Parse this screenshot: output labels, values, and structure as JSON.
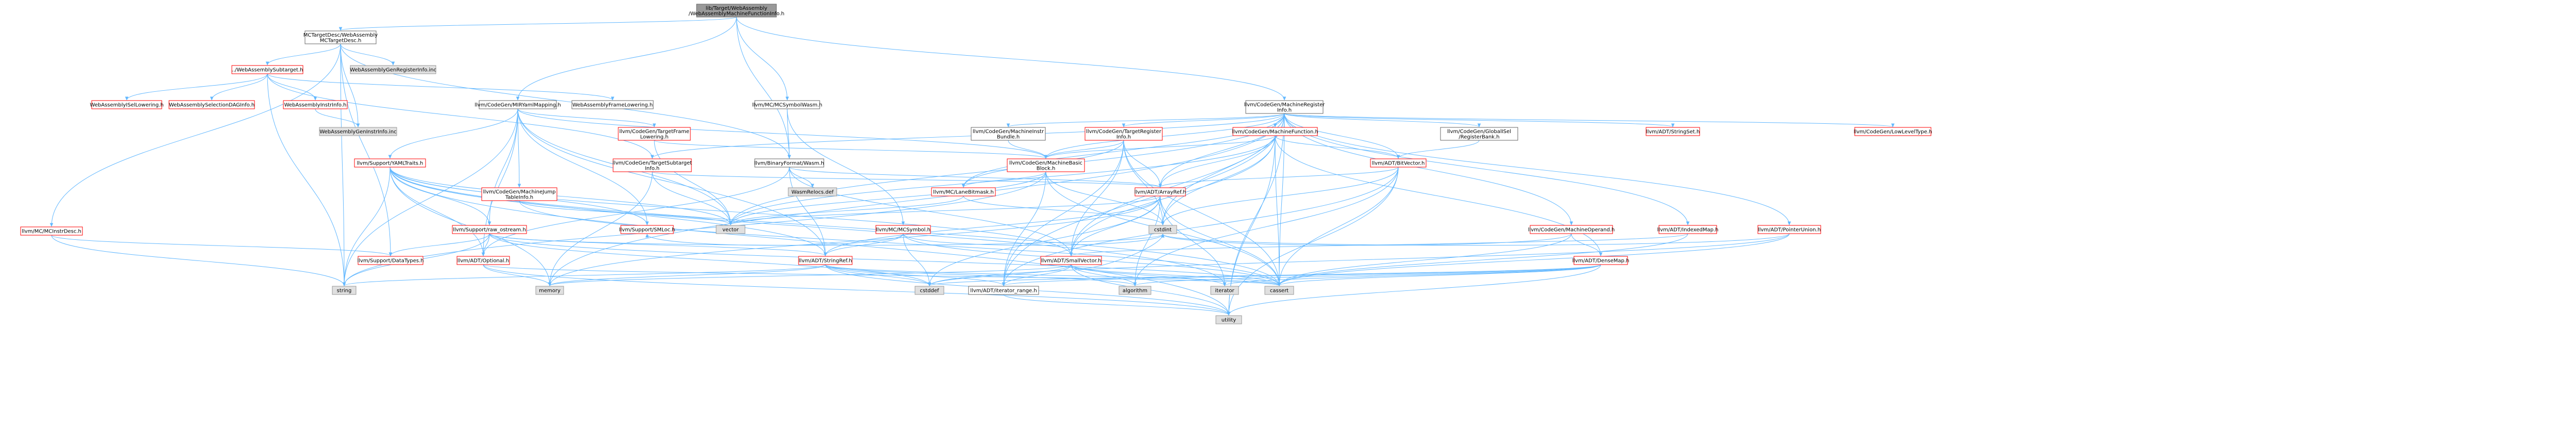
{
  "colors": {
    "root_fill": "#999999",
    "root_border": "#666666",
    "doc_fill": "#ffffff",
    "doc_border": "#666666",
    "red_border": "#ff0000",
    "ext_fill": "#e0e0e0",
    "ext_border": "#999999",
    "edge": "#63b8ff"
  },
  "nodes": [
    {
      "id": "root",
      "kind": "root",
      "lines": [
        "lib/Target/WebAssembly",
        "/WebAssemblyMachineFunctionInfo.h"
      ]
    },
    {
      "id": "mctargetdesc",
      "kind": "doc",
      "lines": [
        "MCTargetDesc/WebAssembly",
        "MCTargetDesc.h"
      ]
    },
    {
      "id": "wasmsubtarget",
      "kind": "red",
      "lines": [
        "../WebAssemblySubtarget.h"
      ]
    },
    {
      "id": "genregisterinfo",
      "kind": "ext",
      "lines": [
        "WebAssemblyGenRegisterInfo.inc"
      ]
    },
    {
      "id": "mcinstrdesc",
      "kind": "red",
      "lines": [
        "llvm/MC/MCInstrDesc.h"
      ]
    },
    {
      "id": "isellowering",
      "kind": "red",
      "lines": [
        "WebAssemblyISelLowering.h"
      ]
    },
    {
      "id": "selectiondaginfo",
      "kind": "red",
      "lines": [
        "WebAssemblySelectionDAGInfo.h"
      ]
    },
    {
      "id": "instrinfo",
      "kind": "red",
      "lines": [
        "WebAssemblyInstrInfo.h"
      ]
    },
    {
      "id": "framelowering",
      "kind": "doc",
      "lines": [
        "WebAssemblyFrameLowering.h"
      ]
    },
    {
      "id": "geninstrinfo",
      "kind": "ext",
      "lines": [
        "WebAssemblyGenInstrInfo.inc"
      ]
    },
    {
      "id": "mirymlmapping",
      "kind": "doc",
      "lines": [
        "llvm/CodeGen/MIRYamlMapping.h"
      ]
    },
    {
      "id": "mcsymbolwasm",
      "kind": "doc",
      "lines": [
        "llvm/MC/MCSymbolWasm.h"
      ]
    },
    {
      "id": "machineregisterinfo",
      "kind": "doc",
      "lines": [
        "llvm/CodeGen/MachineRegister",
        "Info.h"
      ]
    },
    {
      "id": "targetframelowering",
      "kind": "red",
      "lines": [
        "llvm/CodeGen/TargetFrame",
        "Lowering.h"
      ]
    },
    {
      "id": "targetsubtargetinfo",
      "kind": "red",
      "lines": [
        "llvm/CodeGen/TargetSubtarget",
        "Info.h"
      ]
    },
    {
      "id": "binaryformatwasm",
      "kind": "doc",
      "lines": [
        "llvm/BinaryFormat/Wasm.h"
      ]
    },
    {
      "id": "wasmrelocs",
      "kind": "ext",
      "lines": [
        "WasmRelocs.def"
      ]
    },
    {
      "id": "machineinstrbundle",
      "kind": "doc",
      "lines": [
        "llvm/CodeGen/MachineInstr",
        "Bundle.h"
      ]
    },
    {
      "id": "targetregisterinfo",
      "kind": "red",
      "lines": [
        "llvm/CodeGen/TargetRegister",
        "Info.h"
      ]
    },
    {
      "id": "machinefunction",
      "kind": "red",
      "lines": [
        "llvm/CodeGen/MachineFunction.h"
      ]
    },
    {
      "id": "globalisel",
      "kind": "doc",
      "lines": [
        "llvm/CodeGen/GlobalISel",
        "/RegisterBank.h"
      ]
    },
    {
      "id": "stringset",
      "kind": "red",
      "lines": [
        "llvm/ADT/StringSet.h"
      ]
    },
    {
      "id": "lowleveltype",
      "kind": "red",
      "lines": [
        "llvm/CodeGen/LowLevelType.h"
      ]
    },
    {
      "id": "machinebasicblock",
      "kind": "red",
      "lines": [
        "llvm/CodeGen/MachineBasic",
        "Block.h"
      ]
    },
    {
      "id": "bitvector",
      "kind": "red",
      "lines": [
        "llvm/ADT/BitVector.h"
      ]
    },
    {
      "id": "yamltraits",
      "kind": "red",
      "lines": [
        "llvm/Support/YAMLTraits.h"
      ]
    },
    {
      "id": "machinejumptableinfo",
      "kind": "red",
      "lines": [
        "llvm/CodeGen/MachineJump",
        "TableInfo.h"
      ]
    },
    {
      "id": "mclanebitmask",
      "kind": "red",
      "lines": [
        "llvm/MC/LaneBitmask.h"
      ]
    },
    {
      "id": "arrayref",
      "kind": "red",
      "lines": [
        "llvm/ADT/ArrayRef.h"
      ]
    },
    {
      "id": "machineoperand",
      "kind": "red",
      "lines": [
        "llvm/CodeGen/MachineOperand.h"
      ]
    },
    {
      "id": "indexedmap",
      "kind": "red",
      "lines": [
        "llvm/ADT/IndexedMap.h"
      ]
    },
    {
      "id": "pointerunion",
      "kind": "red",
      "lines": [
        "llvm/ADT/PointerUnion.h"
      ]
    },
    {
      "id": "rawostream",
      "kind": "red",
      "lines": [
        "llvm/Support/raw_ostream.h"
      ]
    },
    {
      "id": "mcsymbol",
      "kind": "red",
      "lines": [
        "llvm/MC/MCSymbol.h"
      ]
    },
    {
      "id": "smloc",
      "kind": "red",
      "lines": [
        "llvm/Support/SMLoc.h"
      ]
    },
    {
      "id": "vector",
      "kind": "ext",
      "lines": [
        "vector"
      ]
    },
    {
      "id": "datatypes",
      "kind": "red",
      "lines": [
        "llvm/Support/DataTypes.h"
      ]
    },
    {
      "id": "optional",
      "kind": "red",
      "lines": [
        "llvm/ADT/Optional.h"
      ]
    },
    {
      "id": "stringref",
      "kind": "red",
      "lines": [
        "llvm/ADT/StringRef.h"
      ]
    },
    {
      "id": "smallvector",
      "kind": "red",
      "lines": [
        "llvm/ADT/SmallVector.h"
      ]
    },
    {
      "id": "densemap",
      "kind": "red",
      "lines": [
        "llvm/ADT/DenseMap.h"
      ]
    },
    {
      "id": "cstdint",
      "kind": "ext",
      "lines": [
        "cstdint"
      ]
    },
    {
      "id": "string",
      "kind": "ext",
      "lines": [
        "string"
      ]
    },
    {
      "id": "memory",
      "kind": "ext",
      "lines": [
        "memory"
      ]
    },
    {
      "id": "cstddef",
      "kind": "ext",
      "lines": [
        "cstddef"
      ]
    },
    {
      "id": "iteratorrange",
      "kind": "doc",
      "lines": [
        "llvm/ADT/iterator_range.h"
      ]
    },
    {
      "id": "algorithm",
      "kind": "ext",
      "lines": [
        "algorithm"
      ]
    },
    {
      "id": "iterator",
      "kind": "ext",
      "lines": [
        "iterator"
      ]
    },
    {
      "id": "cassert",
      "kind": "ext",
      "lines": [
        "cassert"
      ]
    },
    {
      "id": "utility",
      "kind": "ext",
      "lines": [
        "utility"
      ]
    }
  ],
  "edges": [
    [
      "root",
      "mctargetdesc"
    ],
    [
      "root",
      "mirymlmapping"
    ],
    [
      "root",
      "mcsymbolwasm"
    ],
    [
      "root",
      "machineregisterinfo"
    ],
    [
      "root",
      "binaryformatwasm"
    ],
    [
      "mctargetdesc",
      "wasmsubtarget"
    ],
    [
      "mctargetdesc",
      "genregisterinfo"
    ],
    [
      "mctargetdesc",
      "mcinstrdesc"
    ],
    [
      "mctargetdesc",
      "geninstrinfo"
    ],
    [
      "mctargetdesc",
      "binaryformatwasm"
    ],
    [
      "mctargetdesc",
      "datatypes"
    ],
    [
      "mctargetdesc",
      "string"
    ],
    [
      "wasmsubtarget",
      "isellowering"
    ],
    [
      "wasmsubtarget",
      "selectiondaginfo"
    ],
    [
      "wasmsubtarget",
      "instrinfo"
    ],
    [
      "wasmsubtarget",
      "framelowering"
    ],
    [
      "wasmsubtarget",
      "targetsubtargetinfo"
    ],
    [
      "wasmsubtarget",
      "string"
    ],
    [
      "instrinfo",
      "geninstrinfo"
    ],
    [
      "mcinstrdesc",
      "datatypes"
    ],
    [
      "mcinstrdesc",
      "string"
    ],
    [
      "mirymlmapping",
      "targetframelowering"
    ],
    [
      "mirymlmapping",
      "machinebasicblock"
    ],
    [
      "mirymlmapping",
      "yamltraits"
    ],
    [
      "mirymlmapping",
      "machinejumptableinfo"
    ],
    [
      "mirymlmapping",
      "rawostream"
    ],
    [
      "mirymlmapping",
      "smloc"
    ],
    [
      "mirymlmapping",
      "optional"
    ],
    [
      "mirymlmapping",
      "stringref"
    ],
    [
      "mirymlmapping",
      "vector"
    ],
    [
      "mirymlmapping",
      "string"
    ],
    [
      "mcsymbolwasm",
      "binaryformatwasm"
    ],
    [
      "mcsymbolwasm",
      "mcsymbol"
    ],
    [
      "binaryformatwasm",
      "wasmrelocs"
    ],
    [
      "binaryformatwasm",
      "arrayref"
    ],
    [
      "binaryformatwasm",
      "optional"
    ],
    [
      "binaryformatwasm",
      "stringref"
    ],
    [
      "binaryformatwasm",
      "smallvector"
    ],
    [
      "machineregisterinfo",
      "targetsubtargetinfo"
    ],
    [
      "machineregisterinfo",
      "machineinstrbundle"
    ],
    [
      "machineregisterinfo",
      "targetregisterinfo"
    ],
    [
      "machineregisterinfo",
      "machinefunction"
    ],
    [
      "machineregisterinfo",
      "globalisel"
    ],
    [
      "machineregisterinfo",
      "stringset"
    ],
    [
      "machineregisterinfo",
      "lowleveltype"
    ],
    [
      "machineregisterinfo",
      "bitvector"
    ],
    [
      "machineregisterinfo",
      "machinebasicblock"
    ],
    [
      "machineregisterinfo",
      "mclanebitmask"
    ],
    [
      "machineregisterinfo",
      "arrayref"
    ],
    [
      "machineregisterinfo",
      "machineoperand"
    ],
    [
      "machineregisterinfo",
      "indexedmap"
    ],
    [
      "machineregisterinfo",
      "pointerunion"
    ],
    [
      "machineregisterinfo",
      "smallvector"
    ],
    [
      "machineregisterinfo",
      "iteratorrange"
    ],
    [
      "machineregisterinfo",
      "memory"
    ],
    [
      "machineregisterinfo",
      "cstdint"
    ],
    [
      "machineregisterinfo",
      "cassert"
    ],
    [
      "machineregisterinfo",
      "vector"
    ],
    [
      "machineregisterinfo",
      "utility"
    ],
    [
      "targetframelowering",
      "machinebasicblock"
    ],
    [
      "targetframelowering",
      "vector"
    ],
    [
      "targetsubtargetinfo",
      "arrayref"
    ],
    [
      "targetsubtargetinfo",
      "vector"
    ],
    [
      "targetsubtargetinfo",
      "memory"
    ],
    [
      "machineinstrbundle",
      "machinebasicblock"
    ],
    [
      "targetregisterinfo",
      "machinebasicblock"
    ],
    [
      "targetregisterinfo",
      "mclanebitmask"
    ],
    [
      "targetregisterinfo",
      "arrayref"
    ],
    [
      "targetregisterinfo",
      "smallvector"
    ],
    [
      "targetregisterinfo",
      "iteratorrange"
    ],
    [
      "targetregisterinfo",
      "cassert"
    ],
    [
      "targetregisterinfo",
      "cstdint"
    ],
    [
      "machinefunction",
      "machinebasicblock"
    ],
    [
      "machinefunction",
      "bitvector"
    ],
    [
      "machinefunction",
      "arrayref"
    ],
    [
      "machinefunction",
      "densemap"
    ],
    [
      "machinefunction",
      "smallvector"
    ],
    [
      "machinefunction",
      "cstdint"
    ],
    [
      "machinefunction",
      "cassert"
    ],
    [
      "machinefunction",
      "vector"
    ],
    [
      "machinefunction",
      "utility"
    ],
    [
      "globalisel",
      "bitvector"
    ],
    [
      "machinebasicblock",
      "mclanebitmask"
    ],
    [
      "machinebasicblock",
      "iteratorrange"
    ],
    [
      "machinebasicblock",
      "cassert"
    ],
    [
      "machinebasicblock",
      "cstdint"
    ],
    [
      "machinebasicblock",
      "vector"
    ],
    [
      "machinebasicblock",
      "string"
    ],
    [
      "bitvector",
      "arrayref"
    ],
    [
      "bitvector",
      "iteratorrange"
    ],
    [
      "bitvector",
      "algorithm"
    ],
    [
      "bitvector",
      "cassert"
    ],
    [
      "bitvector",
      "cstdint"
    ],
    [
      "bitvector",
      "utility"
    ],
    [
      "yamltraits",
      "rawostream"
    ],
    [
      "yamltraits",
      "smloc"
    ],
    [
      "yamltraits",
      "stringref"
    ],
    [
      "yamltraits",
      "smallvector"
    ],
    [
      "yamltraits",
      "optional"
    ],
    [
      "yamltraits",
      "vector"
    ],
    [
      "yamltraits",
      "string"
    ],
    [
      "yamltraits",
      "memory"
    ],
    [
      "yamltraits",
      "cassert"
    ],
    [
      "yamltraits",
      "iterator"
    ],
    [
      "yamltraits",
      "utility"
    ],
    [
      "machinejumptableinfo",
      "vector"
    ],
    [
      "machinejumptableinfo",
      "cassert"
    ],
    [
      "mclanebitmask",
      "vector"
    ],
    [
      "mclanebitmask",
      "cstdint"
    ],
    [
      "arrayref",
      "smallvector"
    ],
    [
      "arrayref",
      "stringref"
    ],
    [
      "arrayref",
      "algorithm"
    ],
    [
      "arrayref",
      "cassert"
    ],
    [
      "arrayref",
      "cstddef"
    ],
    [
      "arrayref",
      "iterator"
    ],
    [
      "arrayref",
      "memory"
    ],
    [
      "arrayref",
      "vector"
    ],
    [
      "machineoperand",
      "densemap"
    ],
    [
      "machineoperand",
      "cassert"
    ],
    [
      "machineoperand",
      "cstdint"
    ],
    [
      "indexedmap",
      "smallvector"
    ],
    [
      "indexedmap",
      "cassert"
    ],
    [
      "pointerunion",
      "cassert"
    ],
    [
      "pointerunion",
      "cstddef"
    ],
    [
      "pointerunion",
      "cstdint"
    ],
    [
      "rawostream",
      "stringref"
    ],
    [
      "rawostream",
      "datatypes"
    ],
    [
      "rawostream",
      "optional"
    ],
    [
      "rawostream",
      "cassert"
    ],
    [
      "rawostream",
      "cstddef"
    ],
    [
      "rawostream",
      "cstdint"
    ],
    [
      "rawostream",
      "string"
    ],
    [
      "rawostream",
      "system_error"
    ],
    [
      "mcsymbol",
      "stringref"
    ],
    [
      "mcsymbol",
      "smloc"
    ],
    [
      "mcsymbol",
      "cassert"
    ],
    [
      "mcsymbol",
      "cstddef"
    ],
    [
      "mcsymbol",
      "cstdint"
    ],
    [
      "optional",
      "utility"
    ],
    [
      "optional",
      "memory"
    ],
    [
      "optional",
      "cassert"
    ],
    [
      "stringref",
      "iteratorrange"
    ],
    [
      "stringref",
      "algorithm"
    ],
    [
      "stringref",
      "cassert"
    ],
    [
      "stringref",
      "cstddef"
    ],
    [
      "stringref",
      "string"
    ],
    [
      "stringref",
      "utility"
    ],
    [
      "stringref",
      "memory"
    ],
    [
      "smallvector",
      "iteratorrange"
    ],
    [
      "smallvector",
      "algorithm"
    ],
    [
      "smallvector",
      "cassert"
    ],
    [
      "smallvector",
      "cstddef"
    ],
    [
      "smallvector",
      "cstdint"
    ],
    [
      "smallvector",
      "iterator"
    ],
    [
      "smallvector",
      "memory"
    ],
    [
      "smallvector",
      "utility"
    ],
    [
      "densemap",
      "iteratorrange"
    ],
    [
      "densemap",
      "algorithm"
    ],
    [
      "densemap",
      "cassert"
    ],
    [
      "densemap",
      "cstddef"
    ],
    [
      "densemap",
      "iterator"
    ],
    [
      "densemap",
      "utility"
    ],
    [
      "iteratorrange",
      "utility"
    ]
  ]
}
